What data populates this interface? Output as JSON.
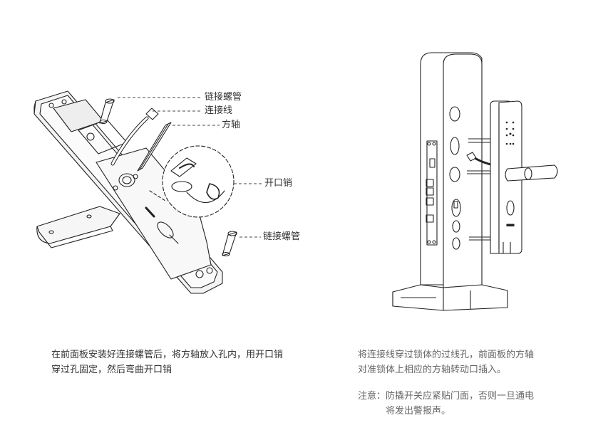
{
  "step_left": {
    "callouts": {
      "screw_tube_top": "链接螺管",
      "cable": "连接线",
      "square_shaft": "方轴",
      "split_pin": "开口销",
      "screw_tube_bottom": "链接螺管"
    },
    "caption_lines": [
      "在前面板安装好连接螺管后，将方轴放入孔内，用开口销",
      "穿过孔固定，然后弯曲开口销"
    ]
  },
  "step_right": {
    "caption_lines": [
      "将连接线穿过锁体的过线孔，前面板的方轴",
      "对准锁体上相应的方轴转动口插入。"
    ],
    "note": {
      "label": "注意：",
      "lines": [
        "防撬开关应紧贴门面，否则一旦通电",
        "将发出警报声。"
      ]
    }
  },
  "colors": {
    "line": "#222222",
    "text": "#333333",
    "caption_grey": "#666666"
  }
}
